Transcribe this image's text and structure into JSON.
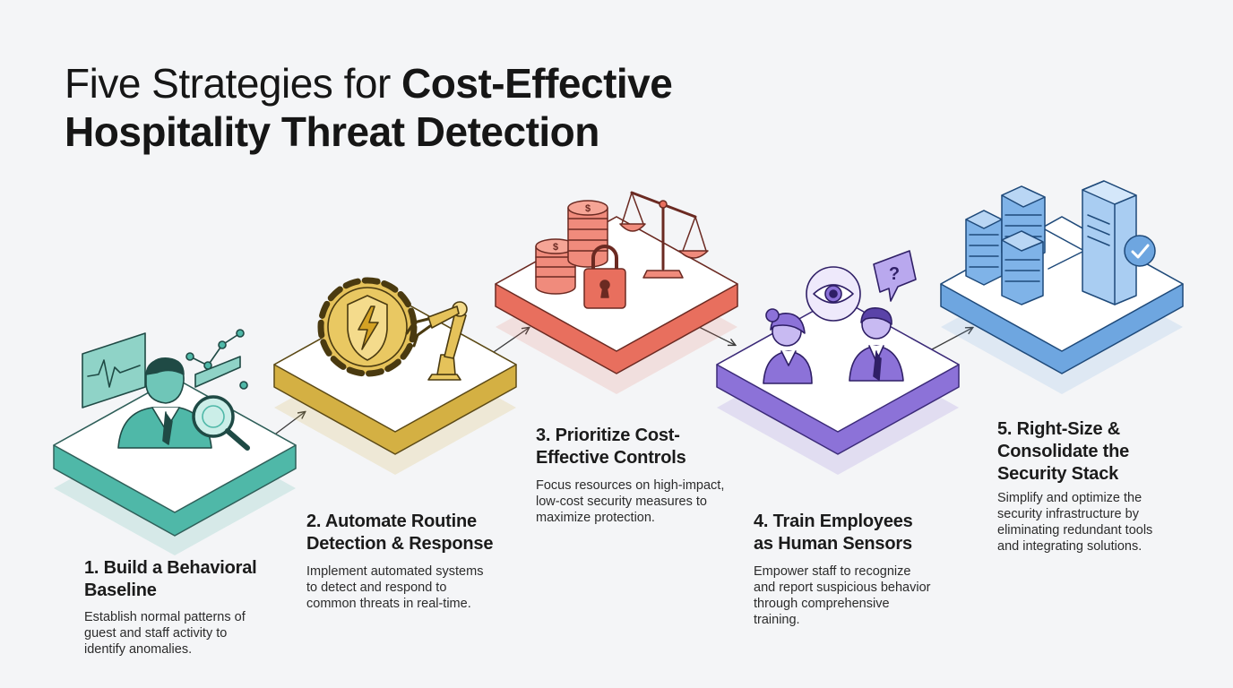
{
  "header": {
    "title_regular": "Five Strategies for ",
    "title_bold_line1": "Cost-Effective",
    "title_bold_line2": "Hospitality Threat Detection"
  },
  "steps": [
    {
      "title_line1": "1. Build a Behavioral",
      "title_line2": "Baseline",
      "desc_lines": [
        "Establish normal patterns of",
        "guest and staff activity to",
        "identify anomalies."
      ],
      "color": "#4fb8a8",
      "icon": "analyst-magnifier-chart-icon"
    },
    {
      "title_line1": "2. Automate Routine",
      "title_line2": "Detection & Response",
      "desc_lines": [
        "Implement automated systems",
        "to detect and respond to",
        "common threats in real-time."
      ],
      "color": "#d4b043",
      "icon": "gear-shield-robot-arm-icon"
    },
    {
      "title_line1": "3. Prioritize Cost-",
      "title_line2": "Effective Controls",
      "desc_lines": [
        "Focus resources on high-impact,",
        "low-cost security measures to",
        "maximize protection."
      ],
      "color": "#e86f5e",
      "icon": "coins-lock-scale-icon"
    },
    {
      "title_line1": "4. Train Employees",
      "title_line2": "as Human Sensors",
      "desc_lines": [
        "Empower staff to recognize",
        "and report suspicious behavior",
        "through comprehensive",
        "training."
      ],
      "color": "#8c72d8",
      "icon": "staff-eye-question-icon"
    },
    {
      "title_line1": "5. Right-Size &",
      "title_line2": "Consolidate the",
      "title_line3": "Security Stack",
      "desc_lines": [
        "Simplify and optimize the",
        "security infrastructure by",
        "eliminating redundant tools",
        "and integrating solutions."
      ],
      "color": "#6ea6e0",
      "icon": "servers-check-icon"
    }
  ]
}
